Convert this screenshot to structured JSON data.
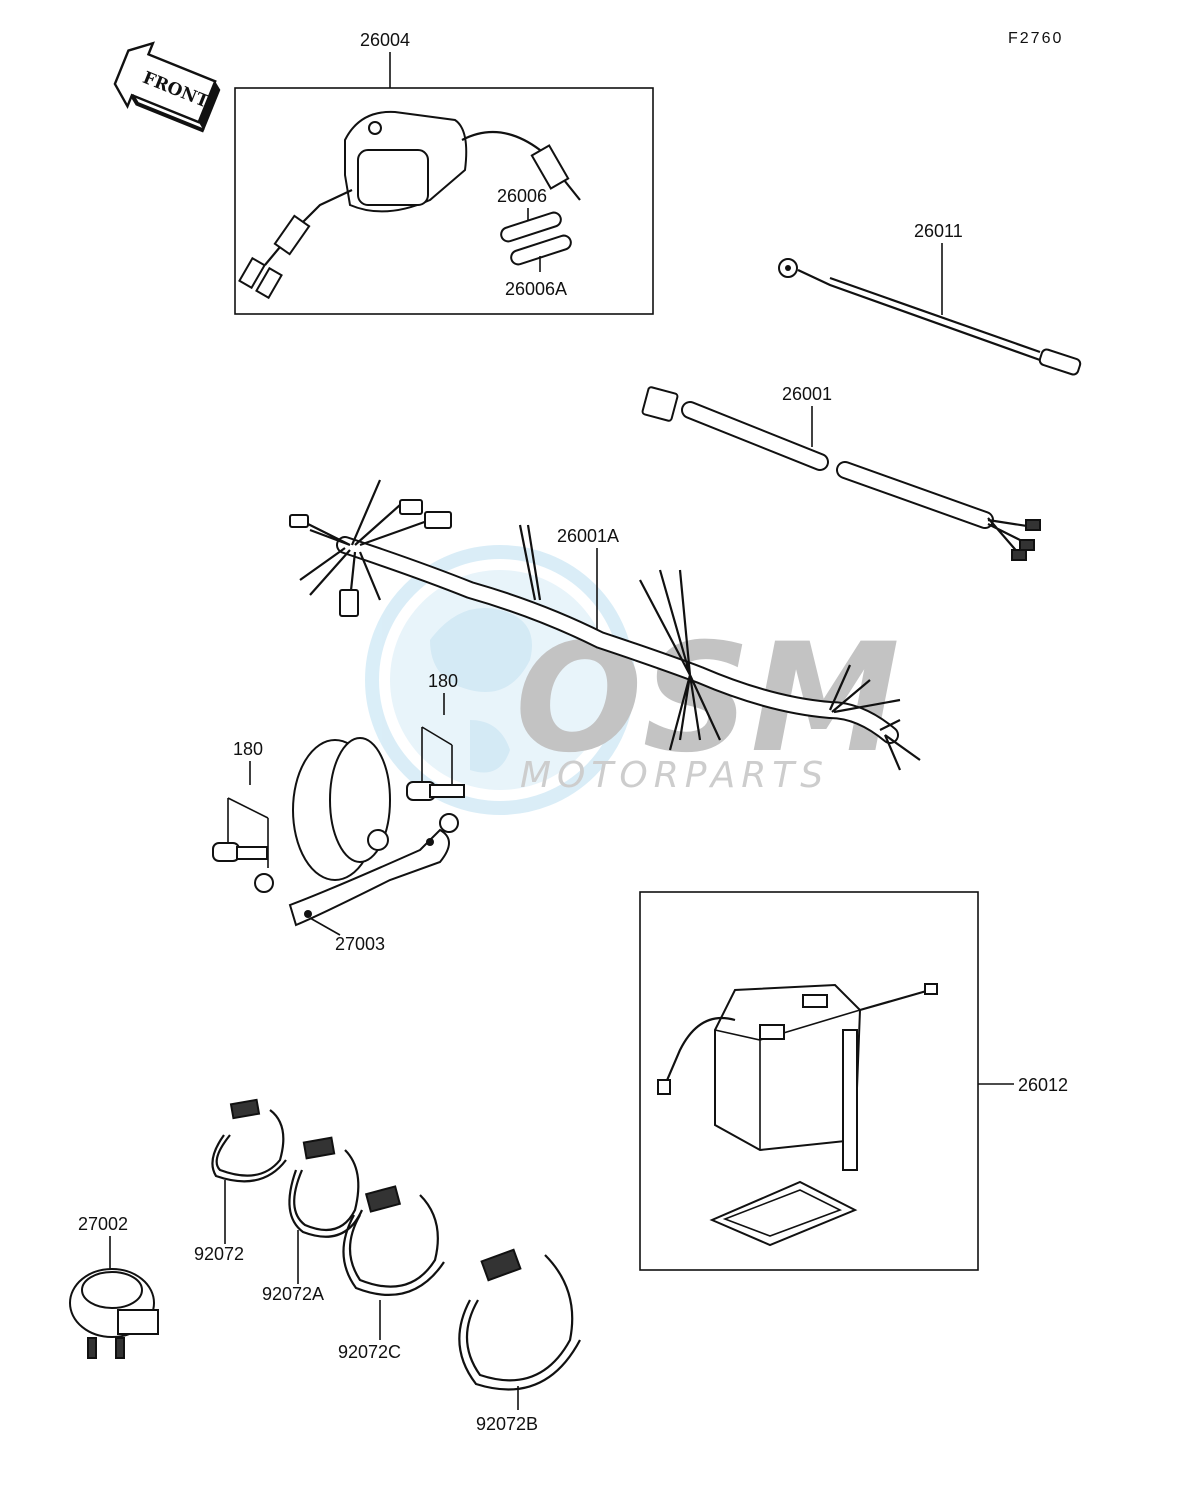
{
  "diagram_code": "F2760",
  "front_arrow": "FRONT",
  "watermark": {
    "brand": "OSM",
    "tagline": "MOTORPARTS"
  },
  "labels": {
    "p26004": "26004",
    "p26006": "26006",
    "p26006A": "26006A",
    "p26011": "26011",
    "p26001": "26001",
    "p26001A": "26001A",
    "p180a": "180",
    "p180b": "180",
    "p27003": "27003",
    "p26012": "26012",
    "p27002": "27002",
    "p92072": "92072",
    "p92072A": "92072A",
    "p92072C": "92072C",
    "p92072B": "92072B"
  }
}
